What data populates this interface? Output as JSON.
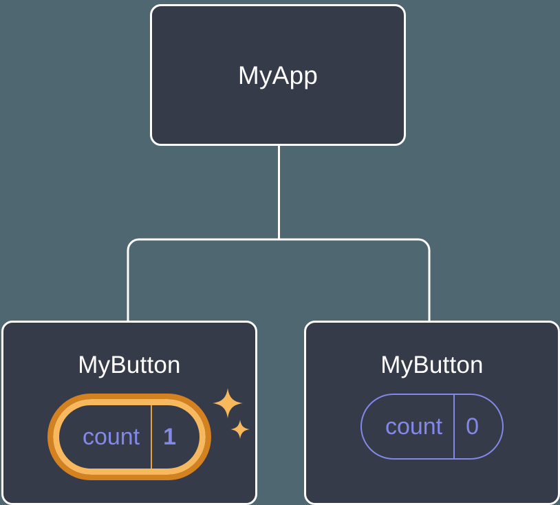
{
  "diagram": {
    "type": "component-tree",
    "background_color": "#4f6771",
    "node_fill_color": "#363b49",
    "node_border_color": "#ffffff",
    "connector_color": "#ffffff",
    "accent_highlight_outer": "#d4811f",
    "accent_highlight_inner": "#f7b85e",
    "accent_state_color": "#8289e8",
    "root": {
      "label": "MyApp"
    },
    "children": [
      {
        "label": "MyButton",
        "state": {
          "key": "count",
          "value": "1"
        },
        "highlighted": true,
        "sparkles": [
          "sparkle-large",
          "sparkle-small"
        ]
      },
      {
        "label": "MyButton",
        "state": {
          "key": "count",
          "value": "0"
        },
        "highlighted": false,
        "sparkles": []
      }
    ]
  }
}
